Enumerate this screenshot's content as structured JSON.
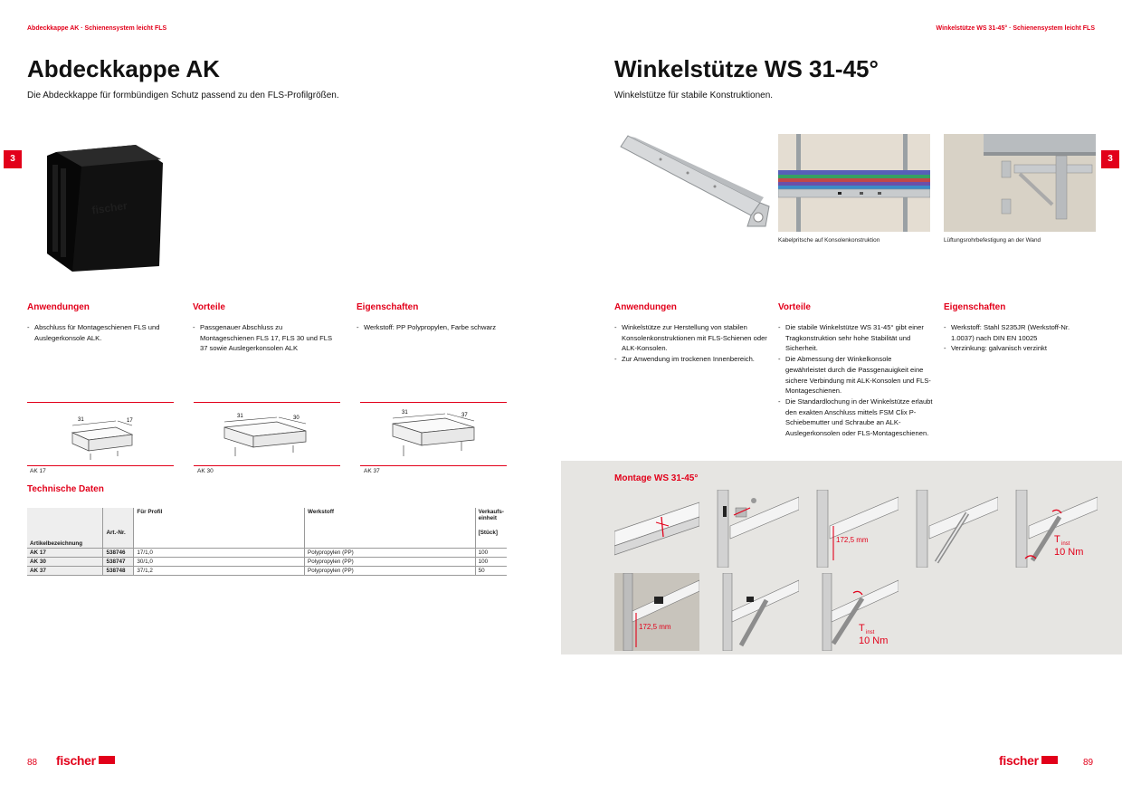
{
  "left": {
    "running_head": "Abdeckkappe AK · Schienensystem leicht FLS",
    "title": "Abdeckkappe AK",
    "subtitle": "Die Abdeckkappe für formbündigen Schutz passend zu den FLS-Profilgrößen.",
    "tab": "3",
    "columns": [
      {
        "heading": "Anwendungen",
        "items": [
          "Abschluss für Montageschienen FLS und Auslegerkonsole ALK."
        ]
      },
      {
        "heading": "Vorteile",
        "items": [
          "Passgenauer Abschluss zu Montageschienen FLS 17, FLS 30 und FLS 37 sowie Auslegerkonsolen ALK"
        ]
      },
      {
        "heading": "Eigenschaften",
        "items": [
          "Werkstoff: PP Polypropylen, Farbe schwarz"
        ]
      }
    ],
    "drawings": [
      {
        "label": "AK 17",
        "dim_a": "31",
        "dim_b": "17"
      },
      {
        "label": "AK 30",
        "dim_a": "31",
        "dim_b": "30"
      },
      {
        "label": "AK 37",
        "dim_a": "31",
        "dim_b": "37"
      }
    ],
    "tech_heading": "Technische Daten",
    "table": {
      "col_profil": "Für Profil",
      "col_werkstoff": "Werkstoff",
      "col_ve1": "Verkaufs-",
      "col_ve2": "einheit",
      "col_artnr": "Art.-Nr.",
      "col_stueck": "[Stück]",
      "col_bez": "Artikelbezeichnung",
      "rows": [
        {
          "bez": "AK 17",
          "art": "538746",
          "profil": "17/1,0",
          "werkstoff": "Polypropylen (PP)",
          "ve": "100"
        },
        {
          "bez": "AK 30",
          "art": "538747",
          "profil": "30/1,0",
          "werkstoff": "Polypropylen (PP)",
          "ve": "100"
        },
        {
          "bez": "AK 37",
          "art": "538748",
          "profil": "37/1,2",
          "werkstoff": "Polypropylen (PP)",
          "ve": "50"
        }
      ]
    },
    "page_number": "88",
    "logo_text": "fischer"
  },
  "right": {
    "running_head": "Winkelstütze WS 31-45° · Schienensystem leicht FLS",
    "title": "Winkelstütze WS 31-45°",
    "subtitle": "Winkelstütze für stabile Konstruktionen.",
    "tab": "3",
    "captions": [
      "Kabelpritsche auf Konsolenkonstruktion",
      "Lüftungsrohrbefestigung an der Wand"
    ],
    "columns": [
      {
        "heading": "Anwendungen",
        "items": [
          "Winkelstütze zur Herstellung von stabilen Konsolenkonstruktionen mit FLS-Schienen oder ALK-Konsolen.",
          "Zur Anwendung im trockenen Innenbereich."
        ]
      },
      {
        "heading": "Vorteile",
        "items": [
          "Die stabile Winkelstütze WS 31-45° gibt einer Tragkonstruktion sehr hohe Stabilität und Sicherheit.",
          "Die Abmessung der Winkelkonsole gewährleistet durch die Passgenauigkeit eine sichere Verbindung mit ALK-Konsolen und FLS-Montageschienen.",
          "Die Standardlochung in der Winkelstütze erlaubt den exakten Anschluss mittels FSM Clix P-Schiebemutter und Schraube an ALK-Auslegerkonsolen oder FLS-Montageschienen."
        ]
      },
      {
        "heading": "Eigenschaften",
        "items": [
          "Werkstoff: Stahl S235JR (Werkstoff-Nr. 1.0037) nach DIN EN 10025",
          "Verzinkung: galvanisch verzinkt"
        ]
      }
    ],
    "montage_heading": "Montage WS 31-45°",
    "dim_1725": "172,5 mm",
    "torque_t": "T",
    "torque_sub": "inst",
    "torque_value": "10 Nm",
    "page_number": "89",
    "logo_text": "fischer"
  }
}
